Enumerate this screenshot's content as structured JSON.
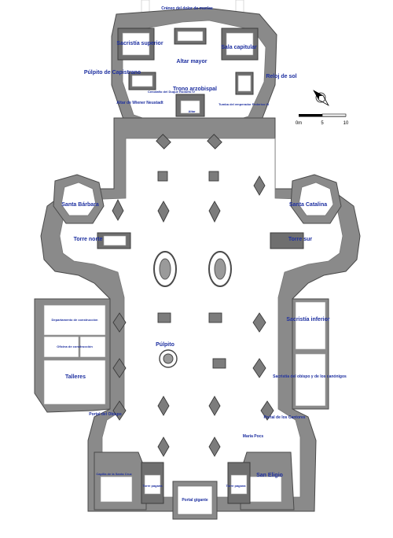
{
  "labels": {
    "craneo": "Cráneo del dolor de muelas",
    "sacristia_superior": "Sacristía superior",
    "altar_mayor": "Altar mayor",
    "sala_capitular": "Sala capitular",
    "pulpito_capistrano": "Púlpito de Capistrano",
    "reloj_sol": "Reloj de sol",
    "trono": "Trono arzobispal",
    "cenotafio": "Cenotafio del Duque Rodolfo IV",
    "altar_small": "Altar",
    "altar_wiener": "Altar de Wiener Neustadt",
    "tumba": "Tumba del emperador Federico III",
    "santa_barbara": "Santa Bárbara",
    "santa_catalina": "Santa Catalina",
    "torre_norte": "Torre norte",
    "torre_sur": "Torre sur",
    "sacristia_inferior": "Sacristía inferior",
    "departamento": "Departamento de construcción",
    "oficina": "Oficina de construcción",
    "pulpito": "Púlpito",
    "sacristia_obispo": "Sacristía del obispo y de los canónigos",
    "talleres": "Talleres",
    "portal_obispo": "Portal del Obispo",
    "portal_cantores": "Portal de los Cantores",
    "maria_pocs": "María Pocs",
    "capilla_santa_cruz": "Capilla de la Santa Cruz",
    "torre_pagana_izq": "Torre pagana",
    "torre_pagana_der": "Torre pagana",
    "san_eligio": "San Eligio",
    "portal_gigante": "Portal gigante"
  },
  "scale": {
    "ticks": [
      "0m",
      "5",
      "10"
    ]
  },
  "icons": {
    "compass": "north-arrow-icon"
  },
  "colors": {
    "label": "#1d2fa0",
    "wall": "#8a8a8a"
  }
}
